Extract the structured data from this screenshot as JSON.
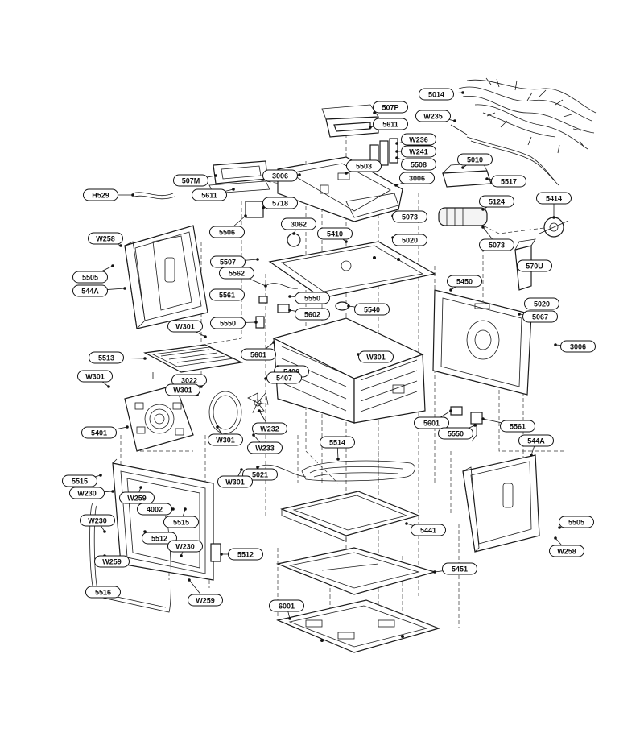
{
  "diagram": {
    "labels": [
      "5014",
      "507P",
      "W235",
      "5611",
      "W236",
      "W241",
      "5508",
      "5010",
      "5503",
      "3006",
      "507M",
      "3006",
      "5517",
      "H529",
      "5611",
      "5718",
      "5124",
      "5414",
      "5073",
      "5506",
      "3062",
      "5410",
      "5020",
      "5073",
      "W258",
      "5507",
      "570U",
      "5505",
      "5562",
      "544A",
      "5450",
      "5561",
      "5550",
      "5020",
      "5602",
      "5540",
      "5067",
      "5550",
      "W301",
      "3006",
      "5601",
      "W301",
      "5513",
      "5406",
      "5407",
      "W301",
      "3022",
      "W301",
      "5601",
      "5561",
      "5401",
      "W301",
      "W232",
      "5550",
      "W233",
      "5514",
      "544A",
      "5021",
      "5515",
      "W301",
      "W230",
      "W259",
      "4002",
      "5515",
      "W230",
      "5512",
      "5441",
      "W230",
      "5505",
      "W259",
      "5512",
      "W258",
      "5451",
      "5516",
      "W259",
      "6001"
    ]
  }
}
